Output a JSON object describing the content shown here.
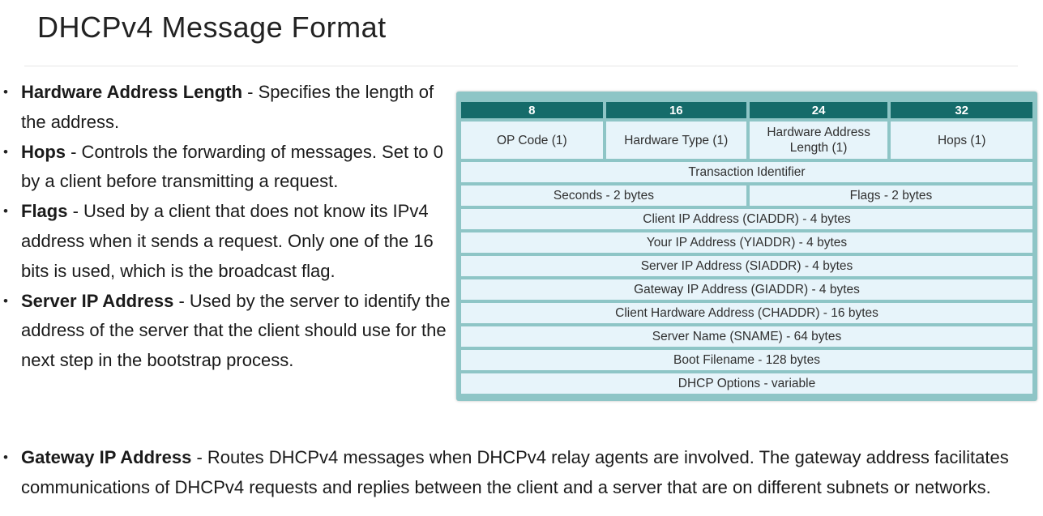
{
  "page": {
    "title": "DHCPv4 Message Format"
  },
  "bullets_left": [
    {
      "term": "Hardware Address Length",
      "text": " - Specifies the length of the address."
    },
    {
      "term": "Hops",
      "text": " - Controls the forwarding of messages. Set to 0 by a client before transmitting a request."
    },
    {
      "term": "Flags",
      "text": " - Used by a client that does not know its IPv4 address when it sends a request. Only one of the 16 bits is used, which is the broadcast flag."
    },
    {
      "term": "Server IP Address",
      "text": " - Used by the server to identify the address of the server that the client should use for the next step in the bootstrap process."
    }
  ],
  "bullets_bottom": [
    {
      "term": "Gateway IP Address",
      "text": " - Routes DHCPv4 messages when DHCPv4 relay agents are involved. The gateway address facilitates communications of DHCPv4 requests and replies between the client and a server that are on different subnets or networks."
    }
  ],
  "format_table": {
    "header": [
      "8",
      "16",
      "24",
      "32"
    ],
    "row1": [
      "OP Code (1)",
      "Hardware Type (1)",
      "Hardware Address Length (1)",
      "Hops (1)"
    ],
    "transaction": "Transaction Identifier",
    "seconds": "Seconds - 2 bytes",
    "flags": "Flags - 2 bytes",
    "rows_full": [
      "Client IP Address (CIADDR) - 4 bytes",
      "Your IP Address (YIADDR) - 4 bytes",
      "Server IP Address (SIADDR) - 4 bytes",
      "Gateway IP Address (GIADDR) - 4 bytes",
      "Client Hardware Address (CHADDR) - 16 bytes",
      "Server Name (SNAME) - 64 bytes",
      "Boot Filename - 128 bytes",
      "DHCP Options - variable"
    ]
  },
  "colors": {
    "header_bg": "#156b6a",
    "cell_bg": "#e7f4fa",
    "border": "#8ec5c6"
  }
}
